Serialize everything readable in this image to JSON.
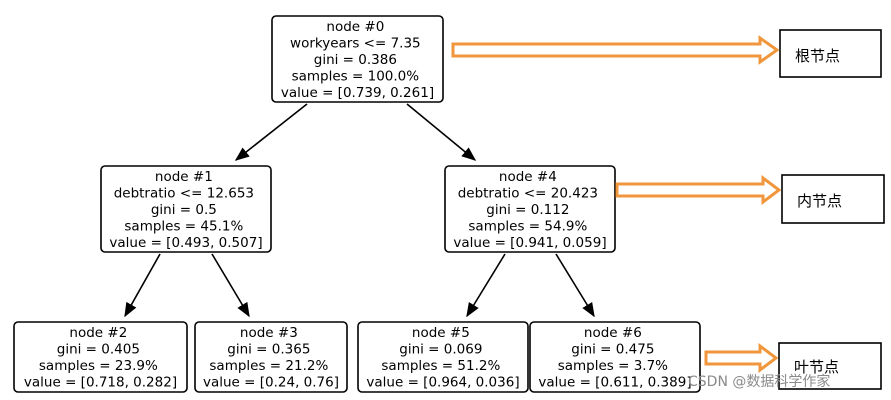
{
  "nodes": {
    "node0": {
      "lines": [
        "node #0",
        "workyears <= 7.35",
        "gini = 0.386",
        "samples = 100.0%",
        "value = [0.739, 0.261]"
      ]
    },
    "node1": {
      "lines": [
        "node #1",
        "debtratio <= 12.653",
        "gini = 0.5",
        "samples = 45.1%",
        "value = [0.493, 0.507]"
      ]
    },
    "node4": {
      "lines": [
        "node #4",
        "debtratio <= 20.423",
        "gini = 0.112",
        "samples = 54.9%",
        "value = [0.941, 0.059]"
      ]
    },
    "node2": {
      "lines": [
        "node #2",
        "gini = 0.405",
        "samples = 23.9%",
        "value = [0.718, 0.282]"
      ]
    },
    "node3": {
      "lines": [
        "node #3",
        "gini = 0.365",
        "samples = 21.2%",
        "value = [0.24, 0.76]"
      ]
    },
    "node5": {
      "lines": [
        "node #5",
        "gini = 0.069",
        "samples = 51.2%",
        "value = [0.964, 0.036]"
      ]
    },
    "node6": {
      "lines": [
        "node #6",
        "gini = 0.475",
        "samples = 3.7%",
        "value = [0.611, 0.389]"
      ]
    }
  },
  "annotations": {
    "root": "根节点",
    "internal": "内节点",
    "leaf": "叶节点"
  },
  "watermark": "CSDN @数据科学作家",
  "colors": {
    "arrow_accent": "#f0963c",
    "node_border": "#000000"
  }
}
